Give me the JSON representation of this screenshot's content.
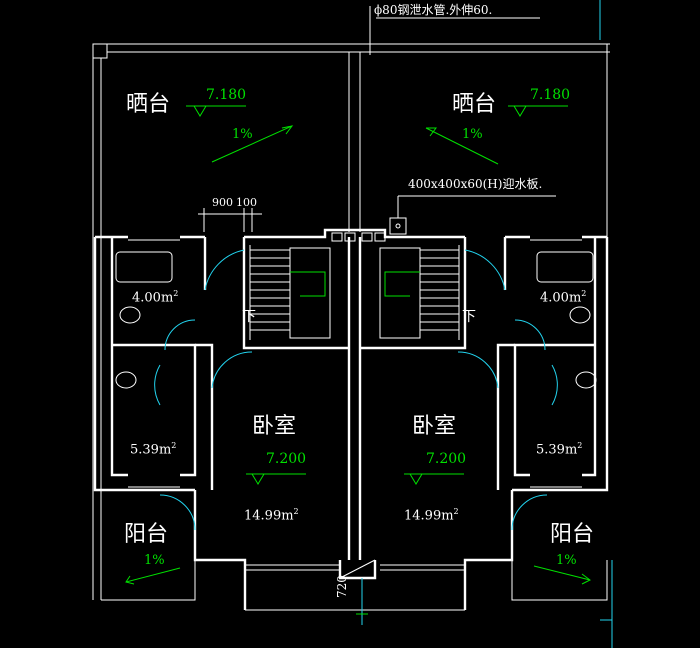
{
  "annotations": {
    "drain_pipe": "ϕ80钢泄水管.外伸60.",
    "water_board": "400x400x60(H)迎水板.",
    "dim_900": "900",
    "dim_100": "100",
    "dim_720": "720",
    "stair_down": "下"
  },
  "rooms": {
    "terrace_label": "晒台",
    "terrace_elev": "7.180",
    "terrace_slope": "1%",
    "bedroom_label": "卧室",
    "bedroom_elev": "7.200",
    "bedroom_area": "14.99m",
    "bath_area": "4.00m",
    "wash_area": "5.39m",
    "area_sup": "2",
    "balcony_label": "阳台",
    "balcony_slope": "1%"
  },
  "colors": {
    "walls": "#ffffff",
    "annotation": "#00e000",
    "dimension": "#22d3ee"
  }
}
